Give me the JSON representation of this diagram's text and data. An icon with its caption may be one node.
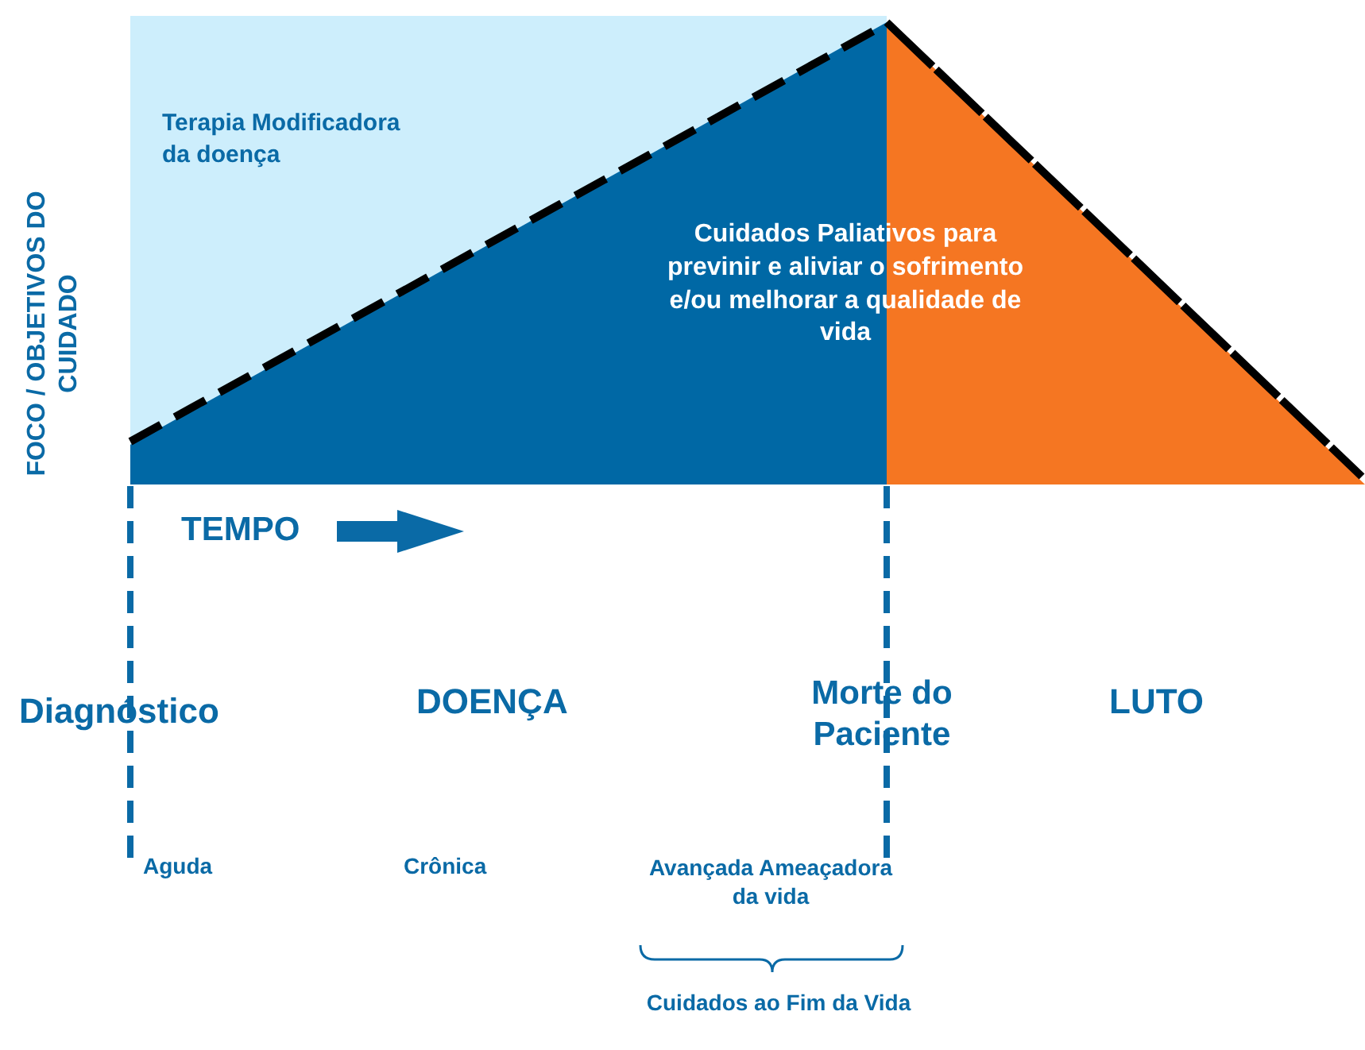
{
  "diagram": {
    "nodes": [
      {
        "text": [
          "Terapia Modificadora da doença"
        ]
      },
      {
        "text": [
          "Cuidados Paliativos para previnir e aliviar o sofrimento e/ou melhorar a qualidade de vida"
        ],
        "in": 0
      },
      {
        "text": [],
        "shape": "triangle"
      }
    ],
    "labels": [
      "FOCO / OBJETIVOS DO CUIDADO",
      "TEMPO",
      "Diagnóstico",
      "DOENÇA",
      "Morte do Paciente",
      "LUTO",
      "Aguda",
      "Crônica",
      "Avançada Ameaçadora da vida",
      "Cuidados ao Fim da Vida"
    ]
  }
}
